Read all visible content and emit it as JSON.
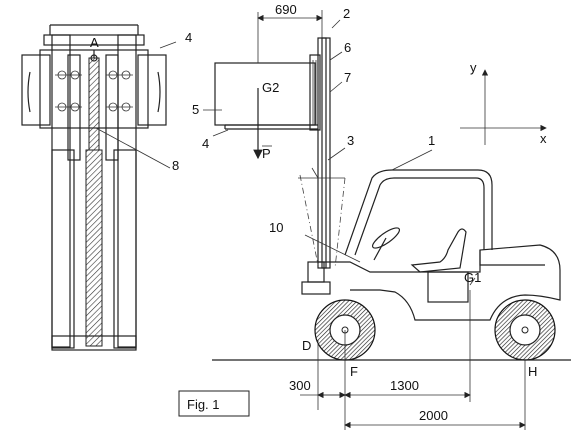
{
  "figure": {
    "caption": "Fig. 1",
    "axes": {
      "y": "y",
      "x": "x"
    },
    "labels": {
      "n1": "1",
      "n2": "2",
      "n3": "3",
      "n4_left": "4",
      "n4_right": "4",
      "n5": "5",
      "n6": "6",
      "n7": "7",
      "n8": "8",
      "n10": "10",
      "A": "A",
      "G1": "G1",
      "G2": "G2",
      "P": "P",
      "D": "D",
      "F": "F",
      "H": "H"
    },
    "dimensions": {
      "d690": "690",
      "d300": "300",
      "d1300": "1300",
      "d2000": "2000"
    }
  }
}
